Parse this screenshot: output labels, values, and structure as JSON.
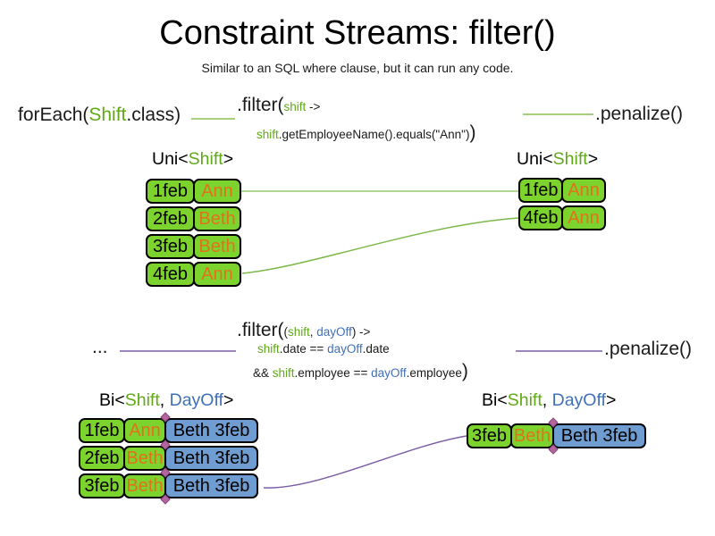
{
  "slide": {
    "title": "Constraint Streams: filter()",
    "subtitle": "Similar to an SQL where clause, but it can run any code."
  },
  "colors": {
    "shift_green_text": "#60A917",
    "dayoff_blue_text": "#4170B8",
    "cell_green_fill": "#7DD32E",
    "cell_blue_fill": "#6F9DD1",
    "name_orange_text": "#E2711C",
    "connector_green": "#8CC152",
    "connector_purple": "#7B5EA7",
    "join_marker_pink": "#B5659E"
  },
  "uni_stream": {
    "source": {
      "pre": "forEach(",
      "type": "Shift",
      "post": ".class)"
    },
    "filter": {
      "open": ".filter(",
      "param": "shift",
      "arrow": " ->",
      "body_param": "shift",
      "body": ".getEmployeeName().equals(\"Ann\")",
      "close": ")"
    },
    "sink": ".penalize()",
    "left_label": {
      "pre": "Uni<",
      "type": "Shift",
      "post": ">"
    },
    "right_label": {
      "pre": "Uni<",
      "type": "Shift",
      "post": ">"
    },
    "left_rows": [
      {
        "date": "1feb",
        "name": "Ann"
      },
      {
        "date": "2feb",
        "name": "Beth"
      },
      {
        "date": "3feb",
        "name": "Beth"
      },
      {
        "date": "4feb",
        "name": "Ann"
      }
    ],
    "right_rows": [
      {
        "date": "1feb",
        "name": "Ann"
      },
      {
        "date": "4feb",
        "name": "Ann"
      }
    ]
  },
  "bi_stream": {
    "source": "...",
    "filter": {
      "open": ".filter(",
      "paren": "(",
      "param1": "shift",
      "comma": ", ",
      "param2": "dayOff",
      "close_arrow": ") ->",
      "l2_param1": "shift",
      "l2_mid": ".date == ",
      "l2_param2": "dayOff",
      "l2_end": ".date",
      "l3_amp": "&& ",
      "l3_param1": "shift",
      "l3_mid": ".employee == ",
      "l3_param2": "dayOff",
      "l3_end": ".employee",
      "close": ")"
    },
    "sink": ".penalize()",
    "left_label": {
      "pre": "Bi<",
      "type1": "Shift",
      "comma": ", ",
      "type2": "DayOff",
      "post": ">"
    },
    "right_label": {
      "pre": "Bi<",
      "type1": "Shift",
      "comma": ", ",
      "type2": "DayOff",
      "post": ">"
    },
    "left_rows": [
      {
        "date": "1feb",
        "name": "Ann",
        "pair": "Beth 3feb"
      },
      {
        "date": "2feb",
        "name": "Beth",
        "pair": "Beth 3feb"
      },
      {
        "date": "3feb",
        "name": "Beth",
        "pair": "Beth 3feb"
      }
    ],
    "right_rows": [
      {
        "date": "3feb",
        "name": "Beth",
        "pair": "Beth 3feb"
      }
    ]
  }
}
